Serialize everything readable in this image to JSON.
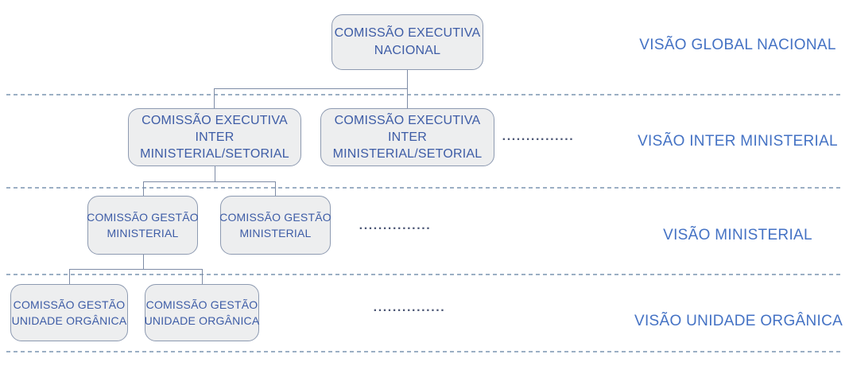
{
  "colors": {
    "node_fill": "#edeeef",
    "node_border": "#8d9ab1",
    "node_text": "#3d5ca6",
    "label_text": "#4472c4",
    "connector": "#7e8ca6",
    "separator": "#9bafc4",
    "dots": "#4d5876"
  },
  "nodes": {
    "national": {
      "lines": [
        "COMISSÃO EXECUTIVA",
        "NACIONAL"
      ]
    },
    "inter_1": {
      "lines": [
        "COMISSÃO EXECUTIVA",
        "INTER",
        "MINISTERIAL/SETORIAL"
      ]
    },
    "inter_2": {
      "lines": [
        "COMISSÃO EXECUTIVA",
        "INTER",
        "MINISTERIAL/SETORIAL"
      ]
    },
    "gestao_ministerial_1": {
      "lines": [
        "COMISSÃO GESTÃO",
        "MINISTERIAL"
      ]
    },
    "gestao_ministerial_2": {
      "lines": [
        "COMISSÃO GESTÃO",
        "MINISTERIAL"
      ]
    },
    "gestao_unidade_1": {
      "lines": [
        "COMISSÃO GESTÃO",
        "UNIDADE ORGÂNICA"
      ]
    },
    "gestao_unidade_2": {
      "lines": [
        "COMISSÃO GESTÃO",
        "UNIDADE ORGÂNICA"
      ]
    }
  },
  "levels": [
    {
      "label": "VISÃO GLOBAL NACIONAL"
    },
    {
      "label": "VISÃO INTER MINISTERIAL",
      "dots": "..............."
    },
    {
      "label": "VISÃO MINISTERIAL",
      "dots": "..............."
    },
    {
      "label": "VISÃO UNIDADE ORGÂNICA",
      "dots": "..............."
    }
  ]
}
